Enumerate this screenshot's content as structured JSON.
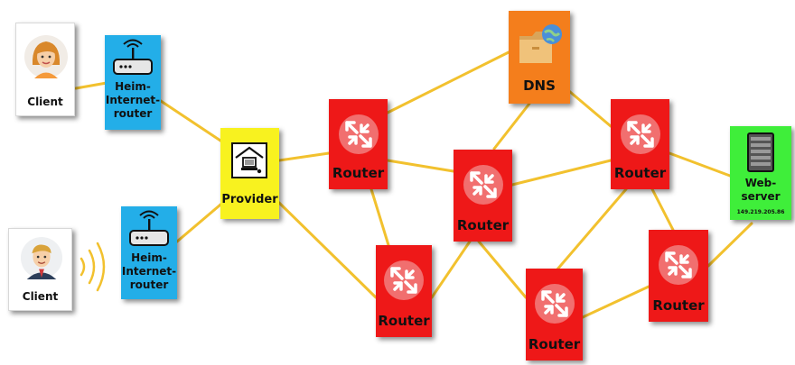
{
  "colors": {
    "link": "#f2c12e",
    "router": "#ee1818",
    "home_router": "#23aee8",
    "provider": "#f8f21f",
    "dns": "#f47e1c",
    "webserver": "#3fee3a",
    "client": "#ffffff"
  },
  "nodes": {
    "client_top": {
      "label": "Client",
      "icon": "woman-avatar-icon"
    },
    "client_bottom": {
      "label": "Client",
      "icon": "man-avatar-icon"
    },
    "home_router_top": {
      "label_line1": "Heim-",
      "label_line2": "Internet-",
      "label_line3": "router",
      "icon": "wifi-router-icon"
    },
    "home_router_bottom": {
      "label_line1": "Heim-",
      "label_line2": "Internet-",
      "label_line3": "router",
      "icon": "wifi-router-icon"
    },
    "provider": {
      "label": "Provider",
      "icon": "provider-building-icon"
    },
    "dns": {
      "label": "DNS",
      "icon": "folder-globe-icon"
    },
    "router_1": {
      "label": "Router",
      "icon": "router-arrows-icon"
    },
    "router_2": {
      "label": "Router",
      "icon": "router-arrows-icon"
    },
    "router_3": {
      "label": "Router",
      "icon": "router-arrows-icon"
    },
    "router_4": {
      "label": "Router",
      "icon": "router-arrows-icon"
    },
    "router_5": {
      "label": "Router",
      "icon": "router-arrows-icon"
    },
    "router_6": {
      "label": "Router",
      "icon": "router-arrows-icon"
    },
    "webserver": {
      "label_line1": "Web-",
      "label_line2": "server",
      "ip": "149.219.205.86",
      "icon": "server-rack-icon"
    }
  }
}
